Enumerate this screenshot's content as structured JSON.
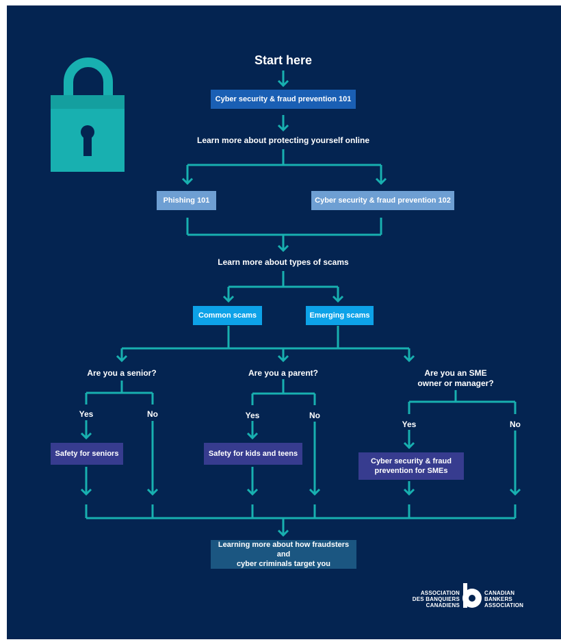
{
  "colors": {
    "background": "#042451",
    "connector": "#18b0b0",
    "box_dark_blue": "#1a5fb4",
    "box_light_blue": "#6e9fd3",
    "box_cyan": "#0da2e8",
    "box_purple": "#373c8f",
    "box_navy": "#1b5681",
    "lock": "#18b0b0"
  },
  "icons": {
    "lock": "padlock-icon",
    "logo": "cba-b-logo-icon"
  },
  "start_label": "Start here",
  "nodes": {
    "n101": "Cyber security & fraud prevention 101",
    "learn_online": "Learn more about protecting yourself online",
    "phishing": "Phishing 101",
    "n102": "Cyber security & fraud prevention 102",
    "learn_scams": "Learn more about types of scams",
    "common": "Common scams",
    "emerging": "Emerging scams",
    "q_senior": "Are you a senior?",
    "q_parent": "Are you a parent?",
    "q_sme_line1": "Are you an SME",
    "q_sme_line2": "owner or manager?",
    "yes": "Yes",
    "no": "No",
    "seniors": "Safety for seniors",
    "kids": "Safety for kids and teens",
    "sme_line1": "Cyber security & fraud",
    "sme_line2": "prevention for SMEs",
    "final_line1": "Learning more about how fraudsters and",
    "final_line2": "cyber criminals target you"
  },
  "logo": {
    "left_line1": "ASSOCIATION",
    "left_line2": "DES BANQUIERS",
    "left_line3": "CANADIENS",
    "right_line1": "CANADIAN",
    "right_line2": "BANKERS",
    "right_line3": "ASSOCIATION"
  }
}
